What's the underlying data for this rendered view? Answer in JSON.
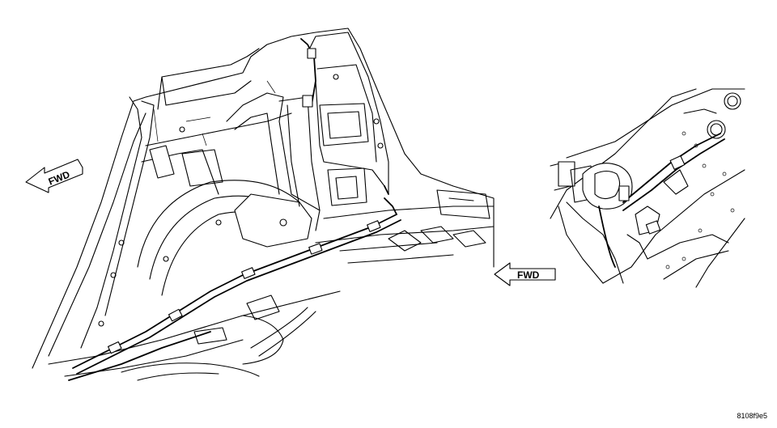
{
  "arrows": {
    "left_label": "FWD",
    "right_label": "FWD"
  },
  "figure_code": "8108f9e5",
  "colors": {
    "line": "#000000",
    "background": "#ffffff"
  }
}
